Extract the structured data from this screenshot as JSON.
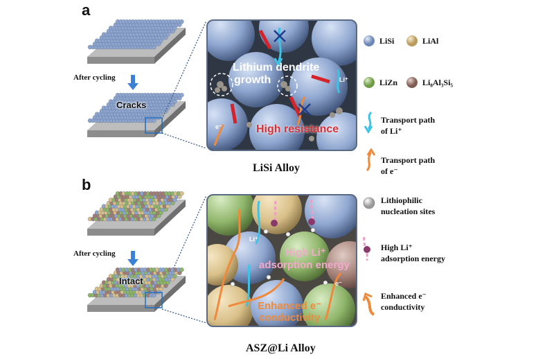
{
  "panel_a": {
    "letter": "a",
    "after_cycling": "After cycling",
    "cracks_label": "Cracks",
    "inset_text_dendrite": "Lithium dendrite",
    "inset_text_growth": "growth",
    "inset_text_resistance": "High resistance",
    "inset_li": "Li⁺",
    "inset_e": "e⁻",
    "caption": "LiSi Alloy"
  },
  "panel_b": {
    "letter": "b",
    "after_cycling": "After cycling",
    "intact_label": "Intact",
    "inset_text_adsorption_1": "High Li⁺",
    "inset_text_adsorption_2": "adsorption energy",
    "inset_text_conductivity_1": "Enhanced e⁻",
    "inset_text_conductivity_2": "conductivity",
    "inset_li": "Li⁺",
    "inset_e": "e⁻",
    "caption": "ASZ@Li Alloy"
  },
  "legend": {
    "lisi": "LiSi",
    "lial": "LiAl",
    "lizn": "LiZn",
    "li8al3si5": "Li₈Al₃Si₅",
    "li_path_1": "Transport path",
    "li_path_2": "of Li⁺",
    "e_path_1": "Transport path",
    "e_path_2": "of e⁻",
    "nucleation_1": "Lithiophilic",
    "nucleation_2": "nucleation sites",
    "adsorption_1": "High Li⁺",
    "adsorption_2": "adsorption energy",
    "conductivity_1": "Enhanced e⁻",
    "conductivity_2": "conductivity"
  },
  "colors": {
    "lisi": "#8ea6cf",
    "lial": "#d9c08a",
    "lizn": "#8fb56a",
    "li8al3si5": "#a27f76",
    "li_arrow": "#3cc3e6",
    "e_arrow": "#ef8a3c",
    "pink_arrow": "#ef9fc6",
    "crack": "#d4232a",
    "resistance_text": "#d63236",
    "slab": "#8d8d8d"
  }
}
